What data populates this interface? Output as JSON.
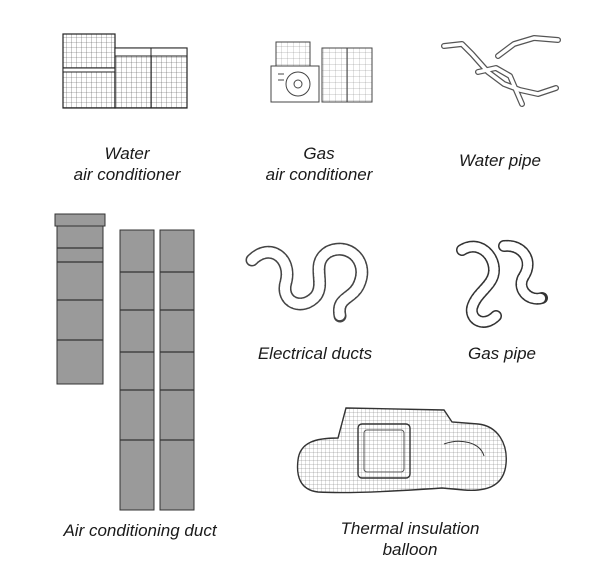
{
  "items": {
    "water_ac": {
      "line1": "Water",
      "line2": "air conditioner",
      "icon": "water-air-conditioner-icon"
    },
    "gas_ac": {
      "line1": "Gas",
      "line2": "air conditioner",
      "icon": "gas-air-conditioner-icon"
    },
    "water_pipe": {
      "label": "Water pipe",
      "icon": "water-pipe-icon"
    },
    "ac_duct": {
      "label": "Air conditioning duct",
      "icon": "air-conditioning-duct-icon"
    },
    "electrical_ducts": {
      "label": "Electrical ducts",
      "icon": "electrical-ducts-icon"
    },
    "gas_pipe": {
      "label": "Gas pipe",
      "icon": "gas-pipe-icon"
    },
    "thermal_balloon": {
      "line1": "Thermal insulation",
      "line2": "balloon",
      "icon": "thermal-insulation-balloon-icon"
    }
  },
  "colors": {
    "line": "#333333",
    "duct_fill": "#9a9a9a",
    "balloon_fill": "#cfcfcf"
  }
}
